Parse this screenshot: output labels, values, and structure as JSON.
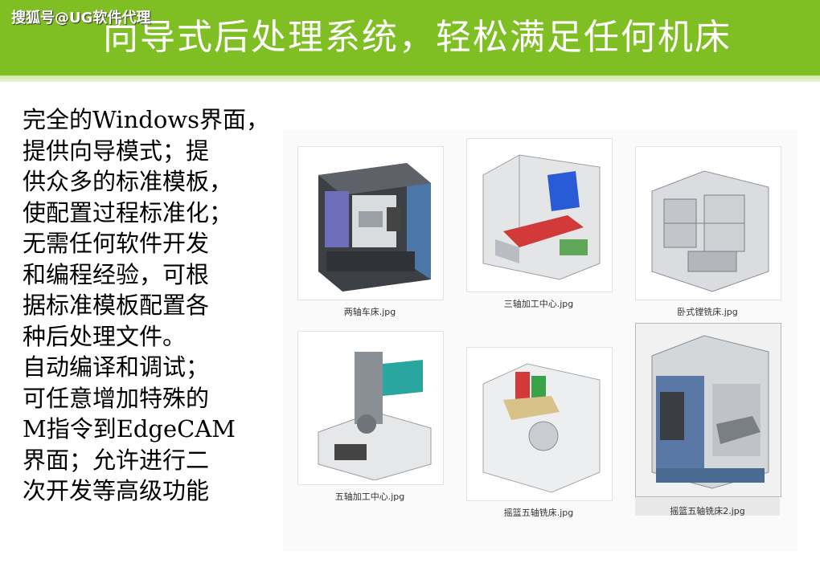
{
  "header": {
    "watermark": "搜狐号@UG软件代理",
    "title": "向导式后处理系统，轻松满足任何机床"
  },
  "body_lines": [
    "完全的Windows界面，",
    "提供向导模式；提",
    "供众多的标准模板，",
    "使配置过程标准化；",
    "无需任何软件开发",
    "和编程经验，可根",
    "据标准模板配置各",
    "种后处理文件。",
    "自动编译和调试；",
    "可任意增加特殊的",
    "M指令到EdgeCAM",
    "界面；允许进行二",
    "次开发等高级功能"
  ],
  "gallery": {
    "items": [
      {
        "caption": "两轴车床.jpg",
        "icon": "lathe-image"
      },
      {
        "caption": "三轴加工中心.jpg",
        "icon": "three-axis-machining-center-image"
      },
      {
        "caption": "卧式镗铣床.jpg",
        "icon": "horizontal-boring-mill-image"
      },
      {
        "caption": "五轴加工中心.jpg",
        "icon": "five-axis-machining-center-image"
      },
      {
        "caption": "摇篮五轴铣床.jpg",
        "icon": "cradle-five-axis-mill-image"
      },
      {
        "caption": "摇篮五轴铣床2.jpg",
        "icon": "cradle-five-axis-mill-2-image"
      }
    ]
  },
  "colors": {
    "header_green": "#7fbf24",
    "accent_blue": "#2a5bd7",
    "accent_red": "#d23a3a",
    "accent_teal": "#2aa6a0"
  }
}
